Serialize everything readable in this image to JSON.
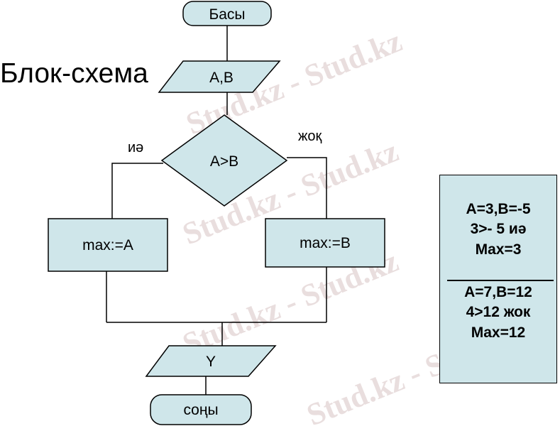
{
  "title": "Блок-схема",
  "watermark": "Stud.kz - Stud.kz",
  "nodes": {
    "start": "Басы",
    "input": "A,B",
    "condition": "A>B",
    "assign_a": "max:=A",
    "assign_b": "max:=B",
    "output": "Y",
    "end": "соңы"
  },
  "branches": {
    "yes": "иә",
    "no": "жоқ"
  },
  "examples": {
    "first": [
      "A=3,B=-5",
      "3>- 5  иә",
      "Max=3"
    ],
    "second": [
      "A=7,B=12",
      "4>12  жок",
      "Max=12"
    ]
  },
  "colors": {
    "shape_fill": "#cfe6ea",
    "stroke": "#000000",
    "watermark": "#e9dede"
  }
}
